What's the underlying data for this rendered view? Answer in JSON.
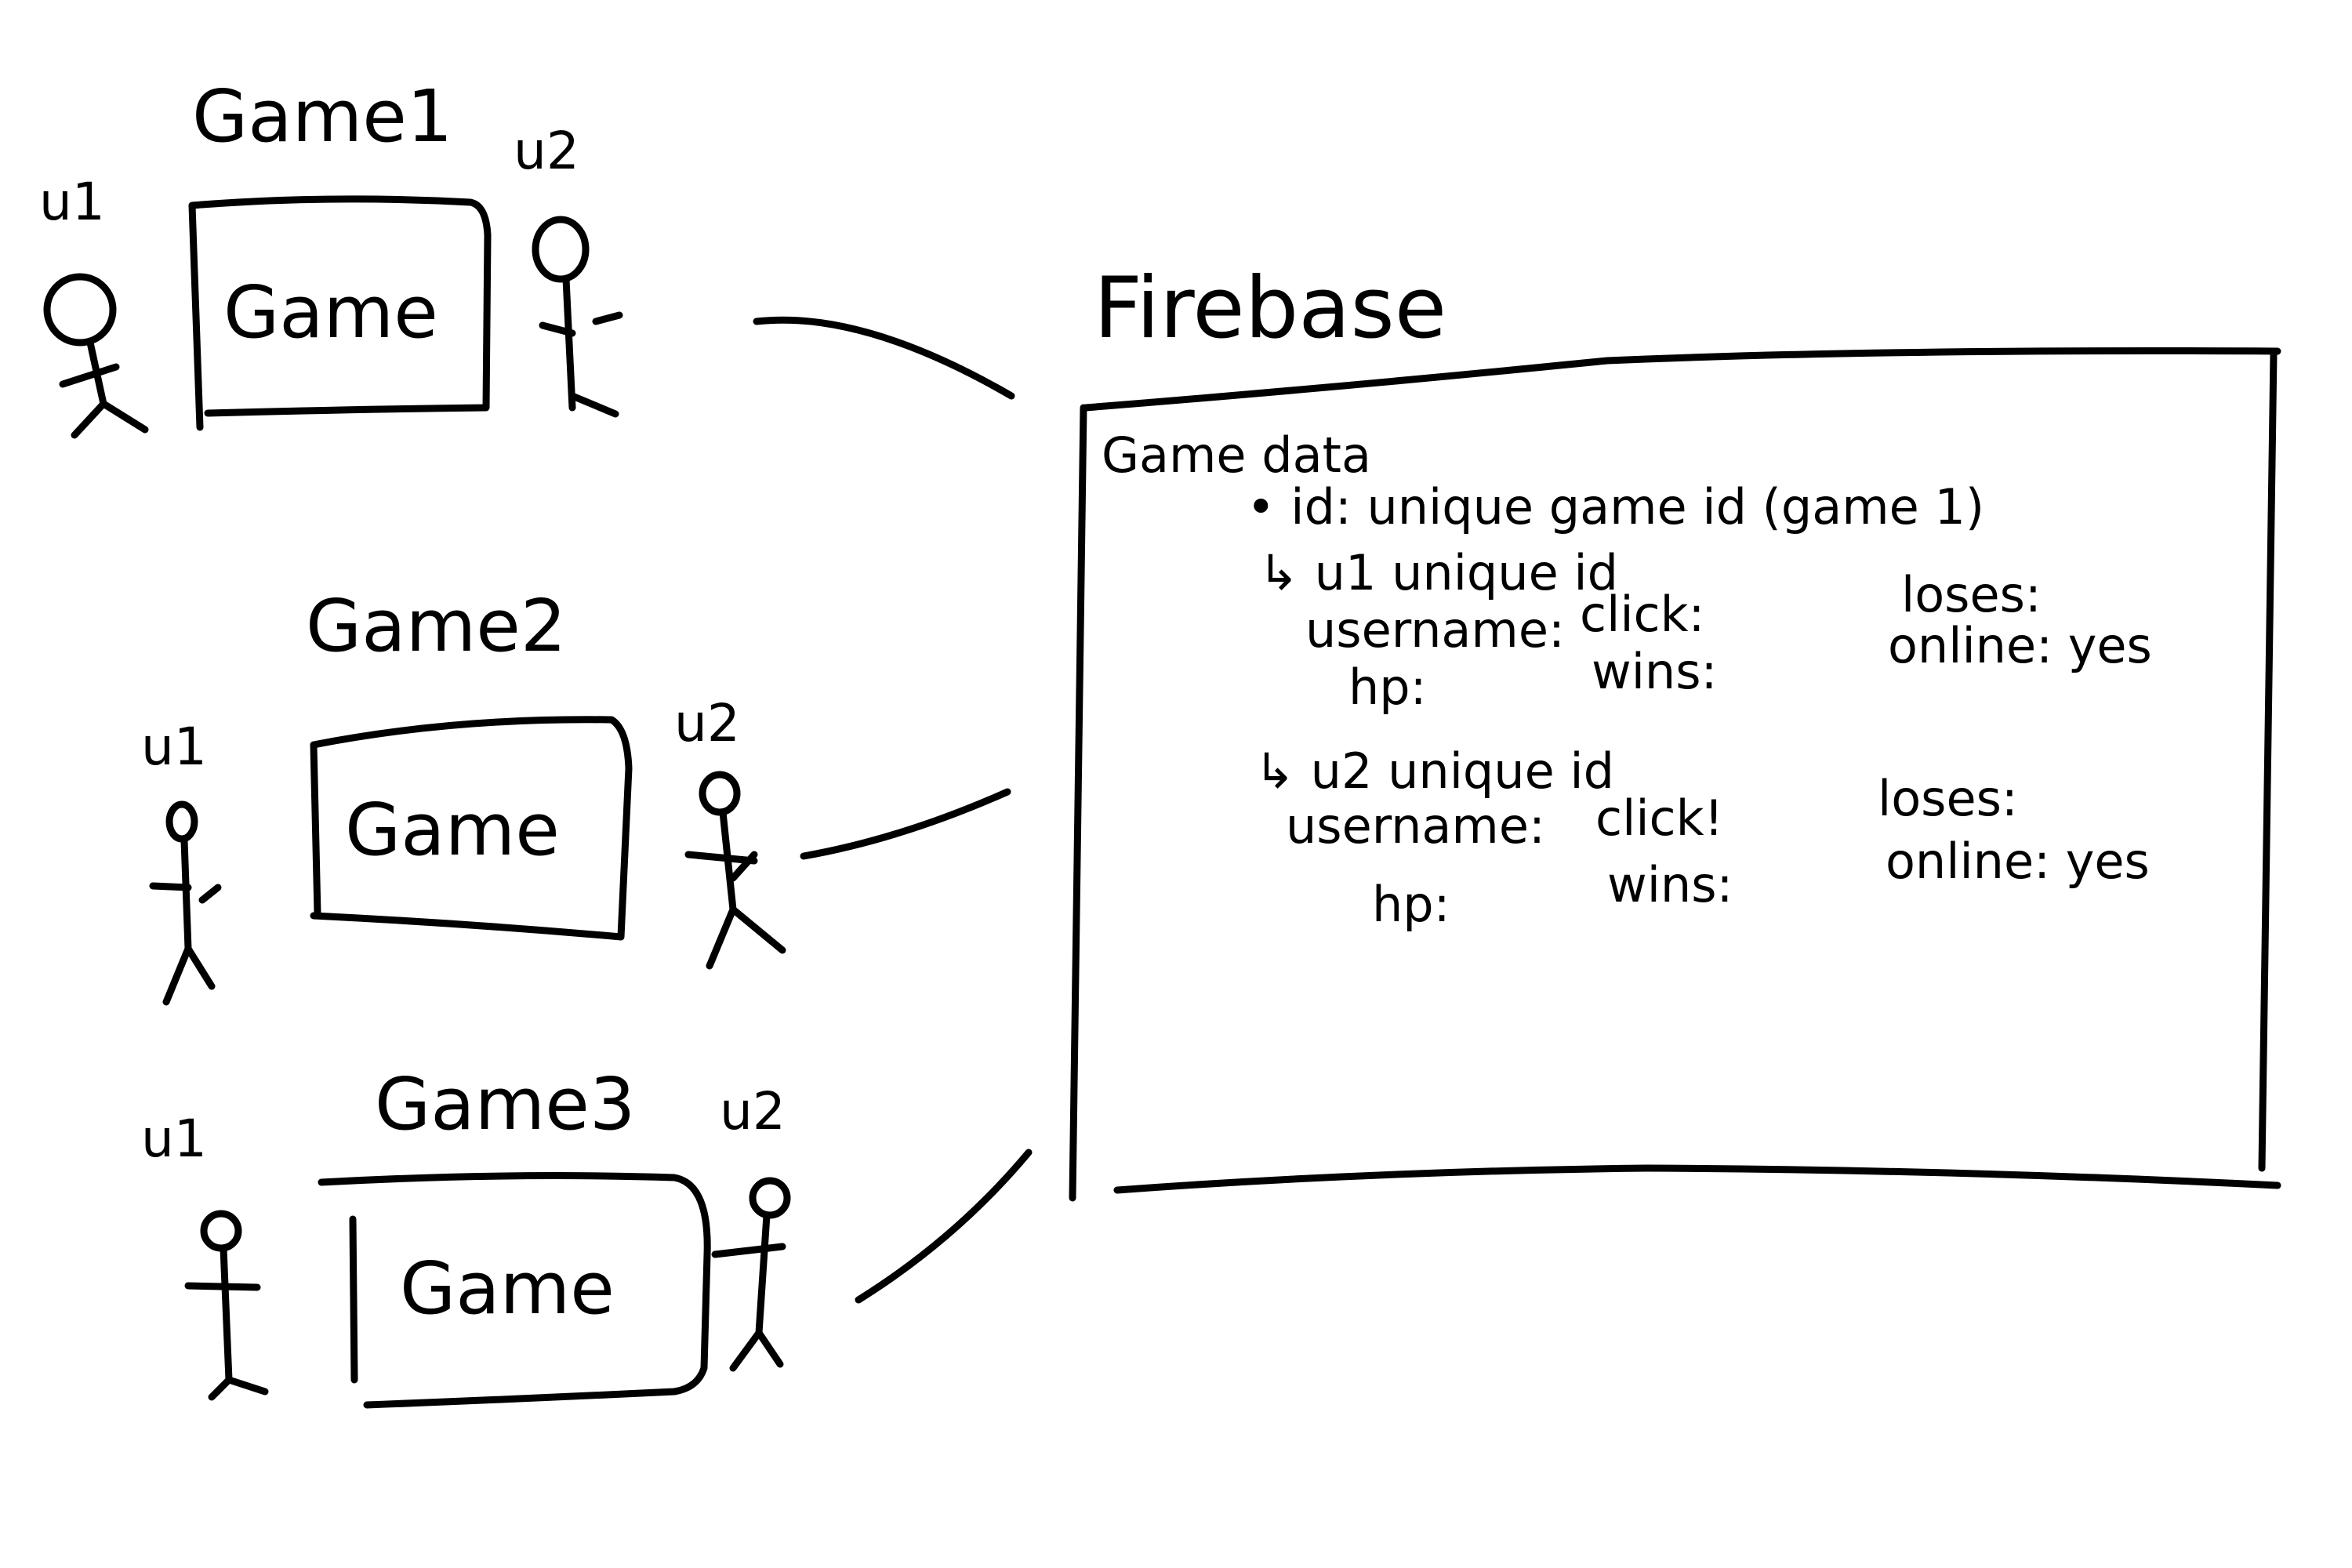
{
  "games": [
    {
      "title": "Game1",
      "box_label": "Game",
      "user1": "u1",
      "user2": "u2"
    },
    {
      "title": "Game2",
      "box_label": "Game",
      "user1": "u1",
      "user2": "u2"
    },
    {
      "title": "Game3",
      "box_label": "Game",
      "user1": "u1",
      "user2": "u2"
    }
  ],
  "firebase": {
    "title": "Firebase",
    "section_title": "Game data",
    "id_line": "• id: unique game id   (game 1)",
    "users": [
      {
        "header": "↳ u1 unique id",
        "username": "username:",
        "click": "click:",
        "loses": "loses:",
        "hp": "hp:",
        "wins": "wins:",
        "online": "online: yes"
      },
      {
        "header": "↳ u2 unique id",
        "username": "username:",
        "click": "click!",
        "loses": "loses:",
        "hp": "hp:",
        "wins": "wins:",
        "online": "online: yes"
      }
    ]
  },
  "colors": {
    "ink": "#000000",
    "background": "#ffffff"
  }
}
